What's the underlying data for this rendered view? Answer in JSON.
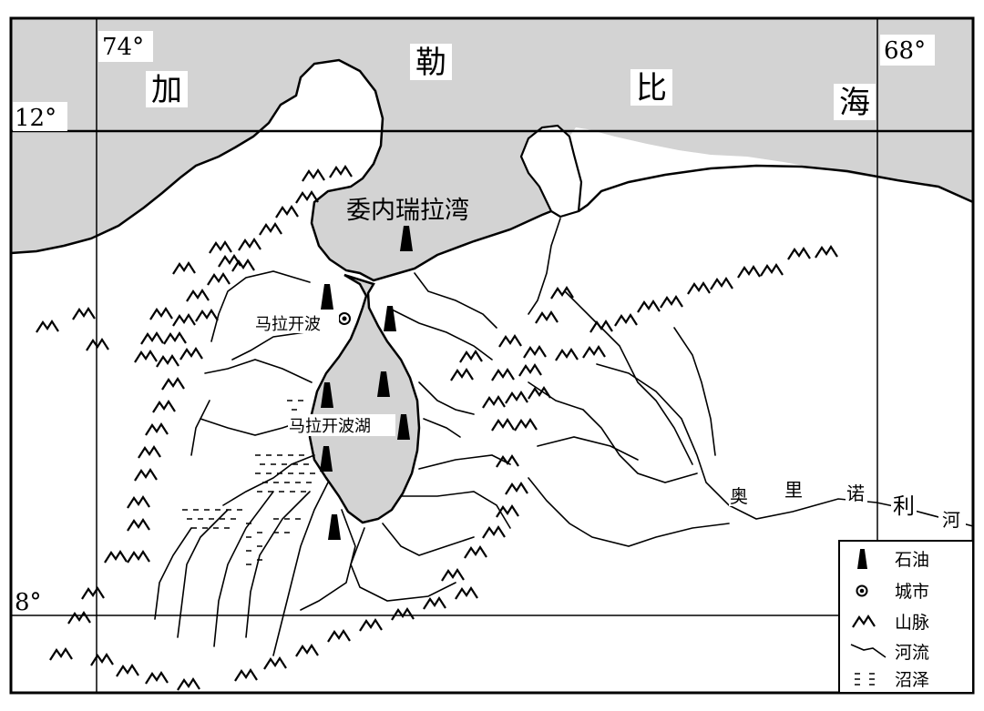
{
  "sea": {
    "chars": [
      "加",
      "勒",
      "比",
      "海"
    ]
  },
  "coords": {
    "lon_west": "74°",
    "lon_east": "68°",
    "lat_north": "12°",
    "lat_south": "8°"
  },
  "places": {
    "gulf": "委内瑞拉湾",
    "city": "马拉开波",
    "lake": "马拉开波湖"
  },
  "river": {
    "chars": [
      "奥",
      "里",
      "诺",
      "利",
      "河"
    ]
  },
  "legend": {
    "items": [
      {
        "symbol": "oil-icon",
        "label": "石油"
      },
      {
        "symbol": "city-icon",
        "label": "城市"
      },
      {
        "symbol": "mountain-icon",
        "label": "山脉"
      },
      {
        "symbol": "river-icon",
        "label": "河流"
      },
      {
        "symbol": "marsh-icon",
        "label": "沼泽"
      }
    ]
  },
  "colors": {
    "water": "#d3d3d3",
    "land": "#ffffff",
    "ink": "#000000"
  }
}
